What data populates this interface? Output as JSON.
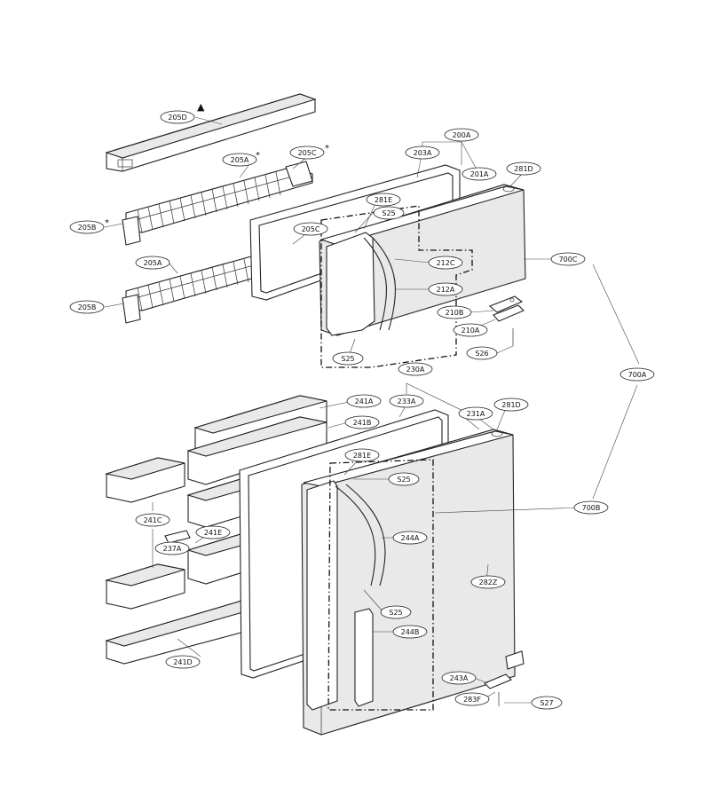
{
  "labels": {
    "l205D": "205D",
    "l205A_top": "205A",
    "l205C_top": "205C",
    "l205B_top": "205B",
    "l205A_bot": "205A",
    "l205B_bot": "205B",
    "l205C_mid": "205C",
    "l200A": "200A",
    "l203A": "203A",
    "l201A": "201A",
    "l281D_top": "281D",
    "l281E_top": "281E",
    "lS25_a": "S25",
    "l212C": "212C",
    "l700C": "700C",
    "l212A": "212A",
    "l210B": "210B",
    "l210A": "210A",
    "lS26": "S26",
    "lS25_b": "S25",
    "l700A": "700A",
    "l230A": "230A",
    "l241A": "241A",
    "l233A": "233A",
    "l231A": "231A",
    "l281D_bot": "281D",
    "l241B": "241B",
    "l281E_bot": "281E",
    "lS25_c": "S25",
    "l700B": "700B",
    "l241C": "241C",
    "l241E": "241E",
    "l237A": "237A",
    "l244A": "244A",
    "l282Z": "282Z",
    "lS25_d": "S25",
    "l244B": "244B",
    "l241D": "241D",
    "l243A": "243A",
    "l283F": "283F",
    "lS27": "S27"
  }
}
